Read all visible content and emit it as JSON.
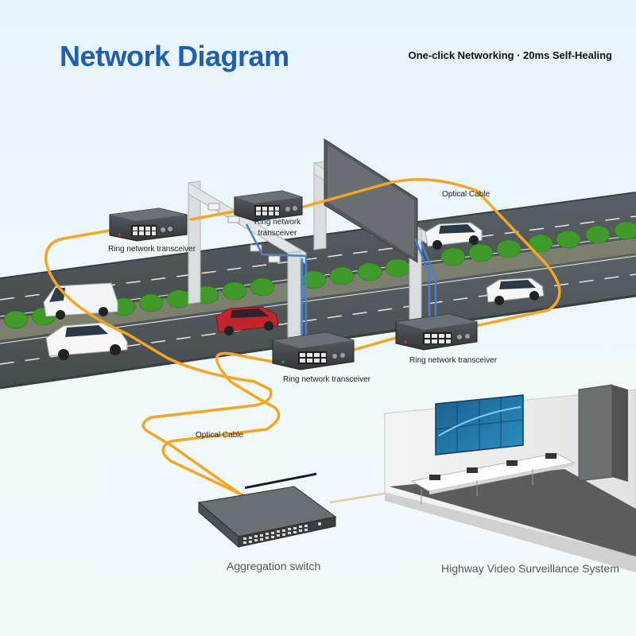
{
  "header": {
    "title": "Network Diagram",
    "tagline": "One-click Networking · 20ms Self-Healing"
  },
  "labels": {
    "optical_cable_top": "Optical Cable",
    "optical_cable_bottom": "Optical Cable",
    "transceiver_left": "Ring network transceiver",
    "transceiver_top_line1": "Ring network",
    "transceiver_top_line2": "transceiver",
    "transceiver_center": "Ring network transceiver",
    "transceiver_right": "Ring network transceiver",
    "aggregation_switch": "Aggregation switch",
    "surveillance_system": "Highway Video Surveillance System"
  },
  "colors": {
    "title": "#1f5fb0",
    "optical_cable": "#f4a524",
    "copper_cable": "#4a7fd0",
    "road": "#505659",
    "hedge": "#3f9a2a",
    "gantry": "#d4d8db"
  }
}
